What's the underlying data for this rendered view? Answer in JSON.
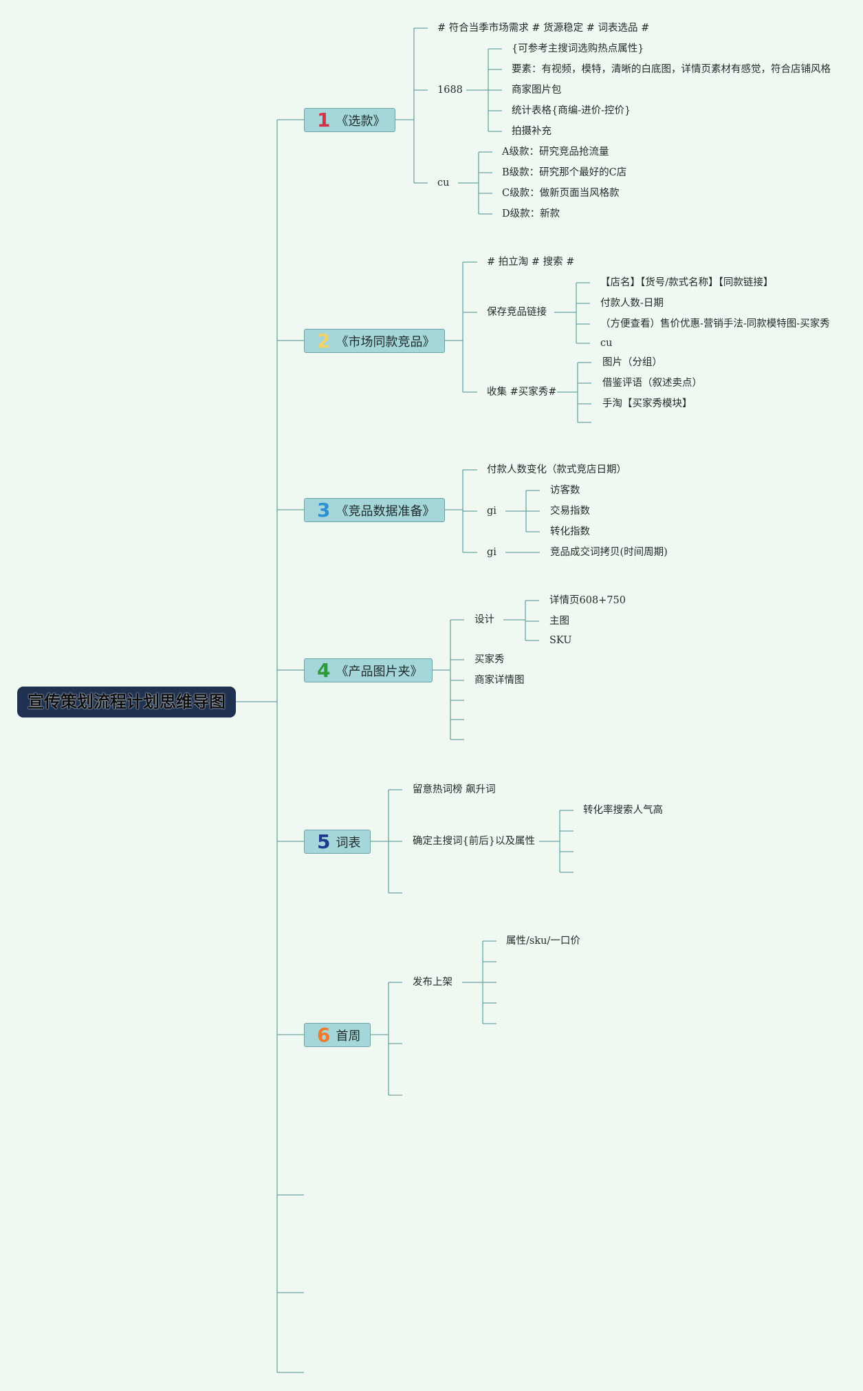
{
  "title": "宣传策划流程计划思维导图",
  "colors": {
    "line": "#6aa3a6",
    "topic_fill": "#a5d7da",
    "root_fill": "#1e3150",
    "background": "#f0f9f1"
  },
  "topics": [
    {
      "num": "1",
      "num_color": "#d8314a",
      "label": "《选款》"
    },
    {
      "num": "2",
      "num_color": "#f4d26a",
      "label": "《市场同款竞品》"
    },
    {
      "num": "3",
      "num_color": "#2f8fd4",
      "label": "《竞品数据准备》"
    },
    {
      "num": "4",
      "num_color": "#2e9a3e",
      "label": "《产品图片夹》"
    },
    {
      "num": "5",
      "num_color": "#1f3a8c",
      "label": "词表"
    },
    {
      "num": "6",
      "num_color": "#f07a2a",
      "label": "首周"
    }
  ],
  "nodes": {
    "t1_a": "# 符合当季市场需求 # 货源稳定 # 词表选品 #",
    "t1_b": "1688",
    "t1_b1": "{可参考主搜词选购热点属性}",
    "t1_b2": "要素：有视频，模特，清晰的白底图，详情页素材有感觉，符合店铺风格",
    "t1_b3": "商家图片包",
    "t1_b4": "统计表格{商编-进价-控价}",
    "t1_b5": "拍摄补充",
    "t1_c": "cu",
    "t1_c1": "A级款：研究竞品抢流量",
    "t1_c2": "B级款：研究那个最好的C店",
    "t1_c3": "C级款：做新页面当风格款",
    "t1_c4": "D级款：新款",
    "t2_a": "# 拍立淘 # 搜索 #",
    "t2_b": "保存竞品链接",
    "t2_b1": "【店名】【货号/款式名称】【同款链接】",
    "t2_b2": "付款人数-日期",
    "t2_b3": "（方便查看）售价优惠-营销手法-同款模特图-买家秀",
    "t2_b4": "cu",
    "t2_c": "收集 #买家秀#",
    "t2_c1": "图片（分组）",
    "t2_c2": "借鉴评语（叙述卖点）",
    "t2_c3": "手淘【买家秀模块】",
    "t3_a": "付款人数变化（款式竞店日期）",
    "t3_b": "gi",
    "t3_b1": "访客数",
    "t3_b2": "交易指数",
    "t3_b3": "转化指数",
    "t3_c": "gi",
    "t3_c1": "竞品成交词拷贝(时间周期)",
    "t4_a": "设计",
    "t4_a1": "详情页608+750",
    "t4_a2": "主图",
    "t4_a3": "SKU",
    "t4_b": "买家秀",
    "t4_c": "商家详情图",
    "t5_a": "留意热词榜 飙升词",
    "t5_b": "确定主搜词{前后}以及属性",
    "t5_b1": "转化率搜索人气高",
    "t6_a": "发布上架",
    "t6_a1": "属性/sku/一口价"
  }
}
